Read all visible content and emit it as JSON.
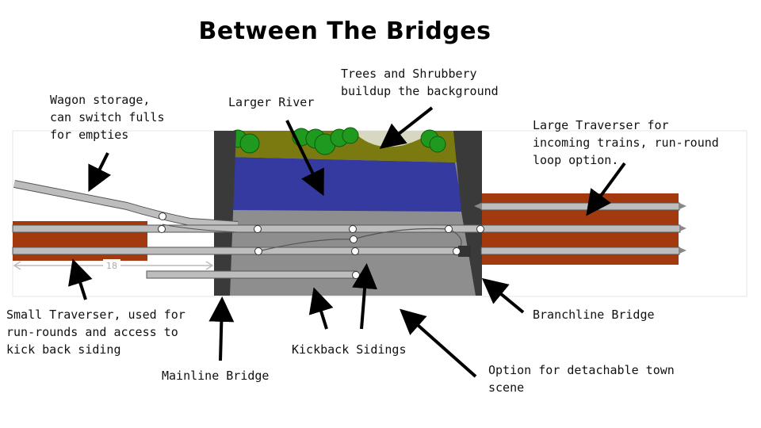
{
  "title": "Between The Bridges",
  "labels": {
    "wagon_storage": "Wagon storage,\ncan switch fulls\nfor empties",
    "larger_river": "Larger River",
    "trees": "Trees and Shrubbery\nbuildup the background",
    "large_traverser": "Large Traverser for\nincoming trains, run-round\nloop option.",
    "small_traverser": "Small Traverser, used for\nrun-rounds and access to\nkick back siding",
    "mainline_bridge": "Mainline Bridge",
    "kickback_sidings": "Kickback Sidings",
    "branchline_bridge": "Branchline Bridge",
    "town_scene": "Option for detachable town\nscene"
  },
  "dimension": "18",
  "colors": {
    "traverser": "#a33a0f",
    "river": "#343aa0",
    "bank": "#7a7a10",
    "tree": "#1f9a1f",
    "town": "#8e8e8e",
    "bridge": "#3a3a3a",
    "track": "#bdbdbd"
  }
}
